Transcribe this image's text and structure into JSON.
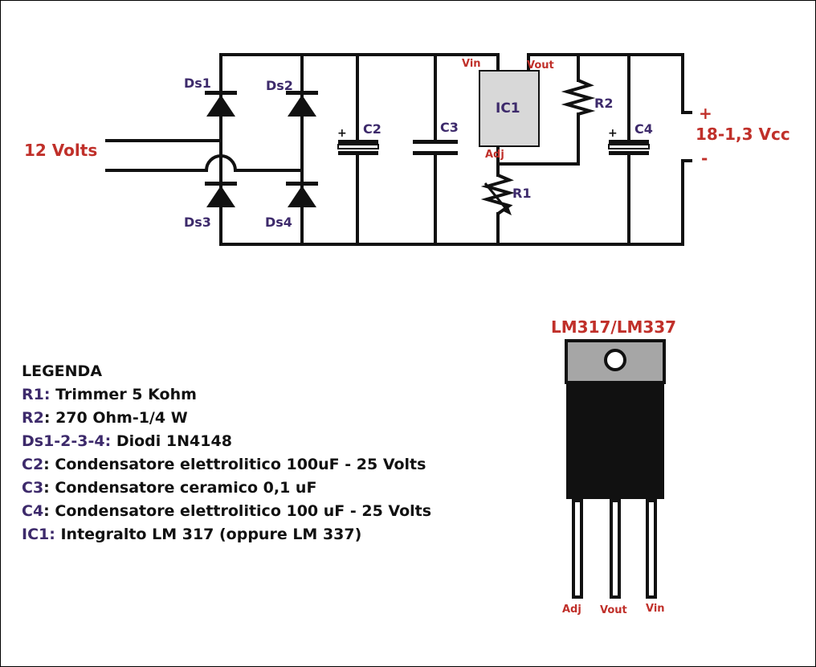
{
  "schematic": {
    "input_label": "12 Volts",
    "output_label": "18-1,3 Vcc",
    "plus": "+",
    "minus": "-",
    "diodes": [
      "Ds1",
      "Ds2",
      "Ds3",
      "Ds4"
    ],
    "capacitors": [
      "C2",
      "C3",
      "C4"
    ],
    "resistors": [
      "R1",
      "R2"
    ],
    "ic": {
      "label": "IC1",
      "vin": "Vin",
      "vout": "Vout",
      "adj": "Adj"
    }
  },
  "package": {
    "title": "LM317/LM337",
    "pins": [
      "Adj",
      "Vout",
      "Vin"
    ]
  },
  "legend": {
    "title": "LEGENDA",
    "entries": [
      {
        "key": "R1:",
        "text": "Trimmer 5 Kohm"
      },
      {
        "key": "R2",
        "text": ": 270 Ohm-1/4 W"
      },
      {
        "key": "Ds1-2-3-4:",
        "text": "Diodi 1N4148"
      },
      {
        "key": "C2",
        "text": ": Condensatore elettrolitico 100uF - 25 Volts"
      },
      {
        "key": "C3",
        "text": ": Condensatore ceramico 0,1 uF"
      },
      {
        "key": "C4",
        "text": ": Condensatore elettrolitico 100 uF - 25 Volts"
      },
      {
        "key": "IC1:",
        "text": "Integralto LM 317 (oppure LM 337)"
      }
    ]
  },
  "colors": {
    "red": "#c0302a",
    "navy": "#3d2a6b",
    "ic_fill": "#d8d8d8",
    "tab_fill": "#a6a6a6"
  }
}
